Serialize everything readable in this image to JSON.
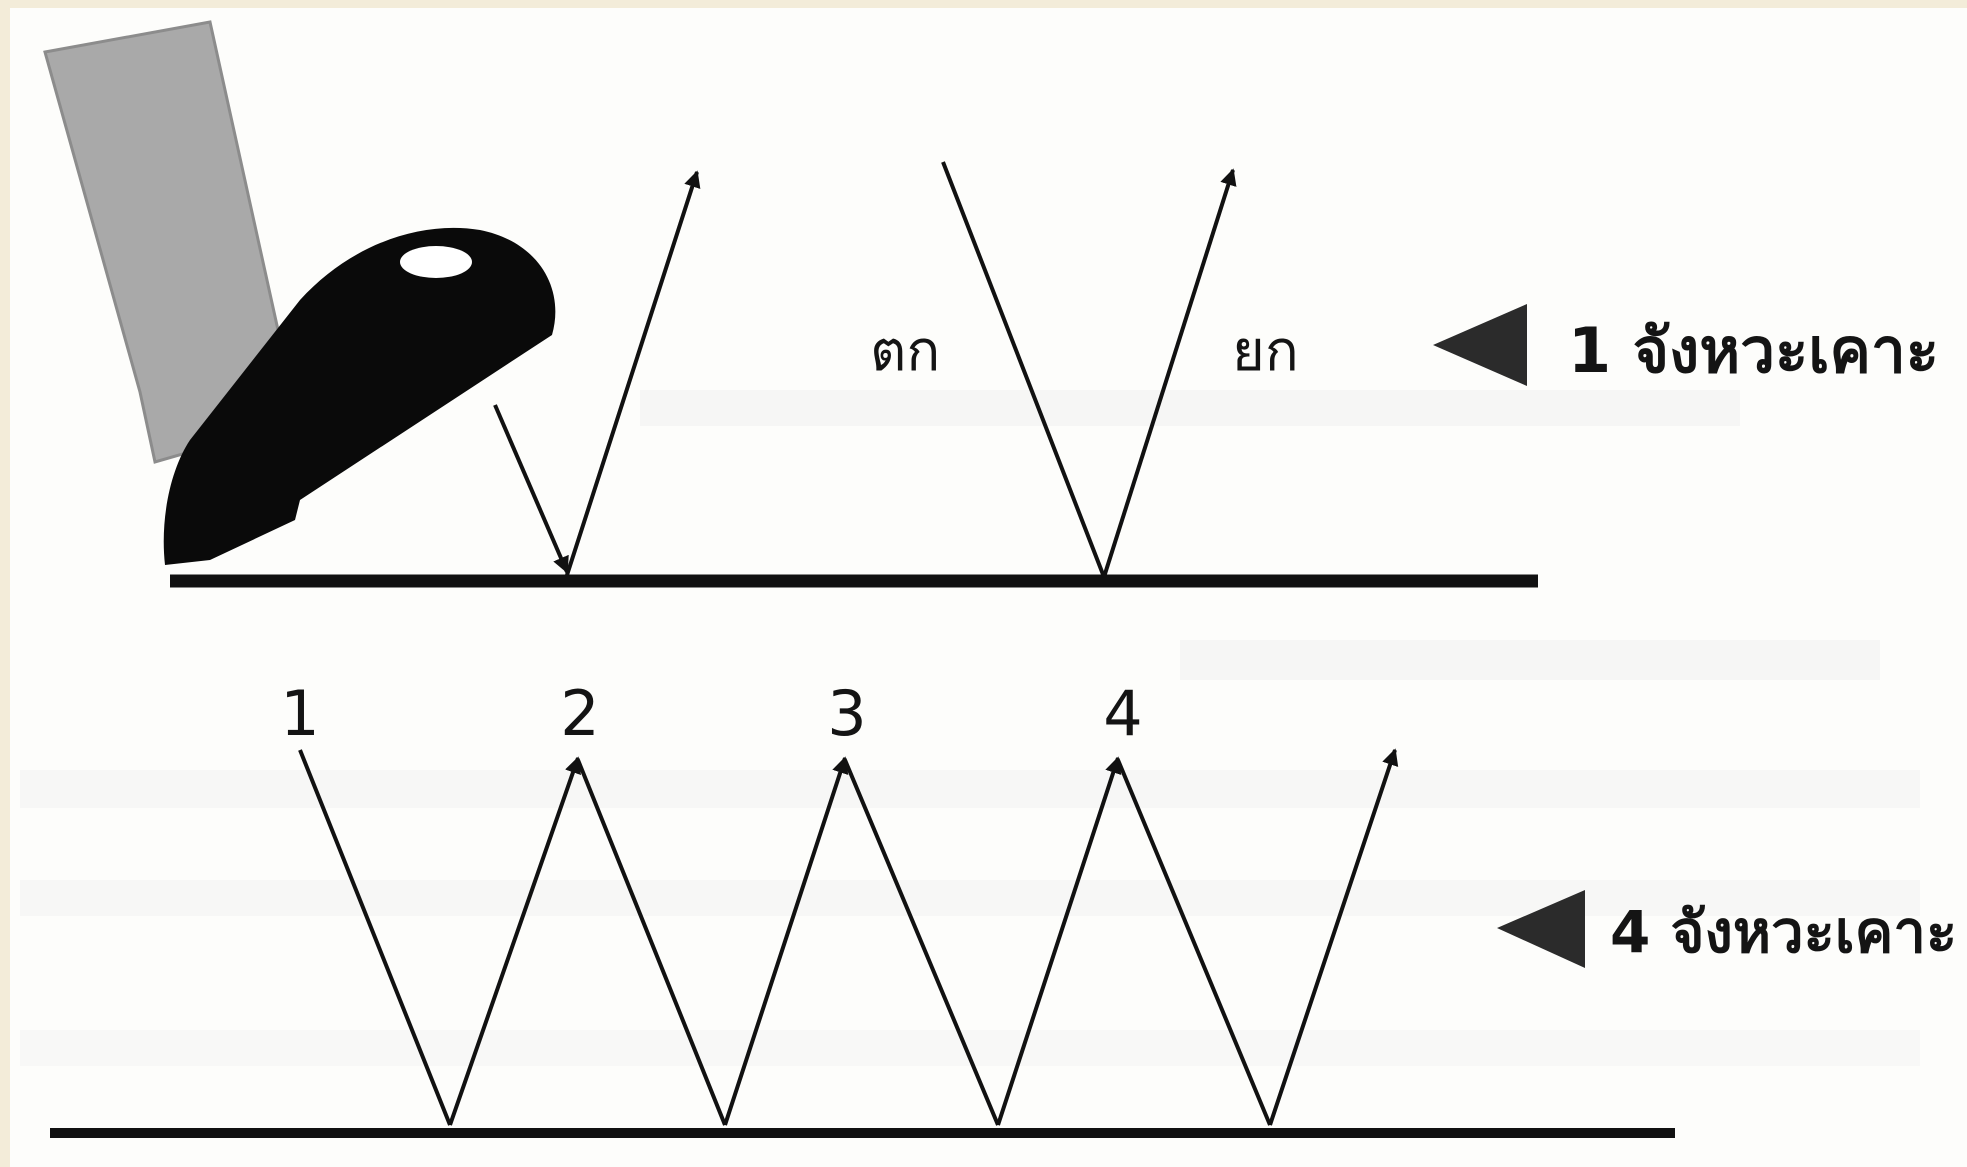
{
  "top_panel": {
    "fall_label": "ตก",
    "lift_label": "ยก",
    "caption": "1 จังหวะเคาะ"
  },
  "bottom_panel": {
    "beat_numbers": [
      "1",
      "2",
      "3",
      "4"
    ],
    "caption": "4 จังหวะเคาะ"
  },
  "colors": {
    "ink": "#111111",
    "foot": "#0a0a0a",
    "trouser": "#a9a9a9",
    "background": "#fdfdfb",
    "border": "#f3ecd9"
  },
  "icons": {
    "foot": "tapping-foot-icon",
    "pointer": "left-triangle-pointer-icon"
  }
}
